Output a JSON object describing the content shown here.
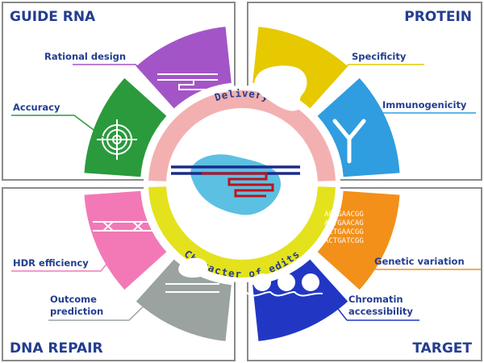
{
  "quadrants": {
    "guide_rna": {
      "title": "GUIDE RNA",
      "labels": [
        "Rational design",
        "Accuracy"
      ]
    },
    "protein": {
      "title": "PROTEIN",
      "labels": [
        "Specificity",
        "Immunogenicity"
      ]
    },
    "dna_repair": {
      "title": "DNA REPAIR",
      "labels": [
        "HDR efficiency",
        "Outcome",
        "prediction"
      ]
    },
    "target": {
      "title": "TARGET",
      "labels": [
        "Genetic variation",
        "Chromatin",
        "accessibility"
      ]
    }
  },
  "center": {
    "top_arc_text": "Delivery",
    "bottom_arc_text": "Character of edits"
  },
  "sequence_lines": [
    "ACTGAACGG",
    "ACTGAACAG",
    "ACTGAACGG",
    "ACTGATCGG"
  ],
  "colors": {
    "rational_design": "#a355c8",
    "accuracy": "#2a9a3c",
    "specificity": "#e6c900",
    "immunogenicity": "#2f9de0",
    "hdr_efficiency": "#f279b6",
    "outcome_prediction": "#9aa3a0",
    "genetic_variation": "#f39019",
    "chromatin_accessibility": "#2137c4",
    "delivery_ring": "#f3b0b0",
    "edits_ring": "#e4e21c",
    "text": "#233d8f",
    "frame": "#8a8a8a"
  },
  "icons": [
    "rna-strand-icon",
    "target-crosshair-icon",
    "protein-blob-icon",
    "antibody-icon",
    "dna-ladder-icon",
    "repair-outcome-icon",
    "dna-sequence-icon",
    "nucleosome-icon",
    "cas-complex-icon"
  ]
}
